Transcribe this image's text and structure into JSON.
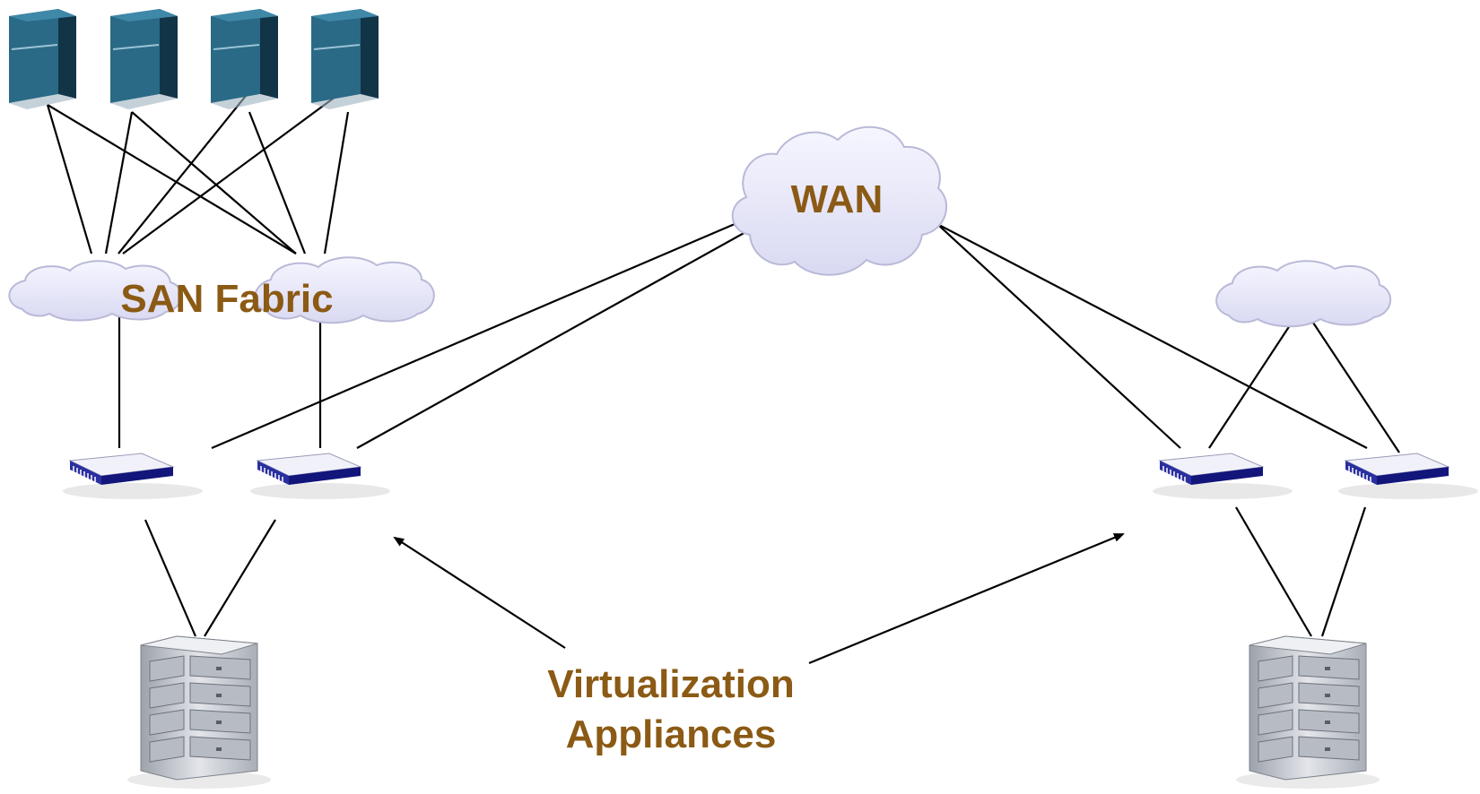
{
  "labels": {
    "wan": "WAN",
    "san_fabric": "SAN Fabric",
    "appliances_line1": "Virtualization",
    "appliances_line2": "Appliances"
  },
  "colors": {
    "label_text": "#8B5A14",
    "server_face": "#1F4E66",
    "server_side": "#123447",
    "cloud_fill": "#E9E9FB",
    "cloud_stroke": "#B9B9D8",
    "appliance_top": "#EEEEF8",
    "appliance_front": "#1A1E8C",
    "storage_body": "#C9CCD2"
  },
  "icons": {
    "server": "server-tower-icon",
    "cloud": "network-cloud-icon",
    "appliance": "virtualization-appliance-icon",
    "storage": "storage-array-icon"
  }
}
